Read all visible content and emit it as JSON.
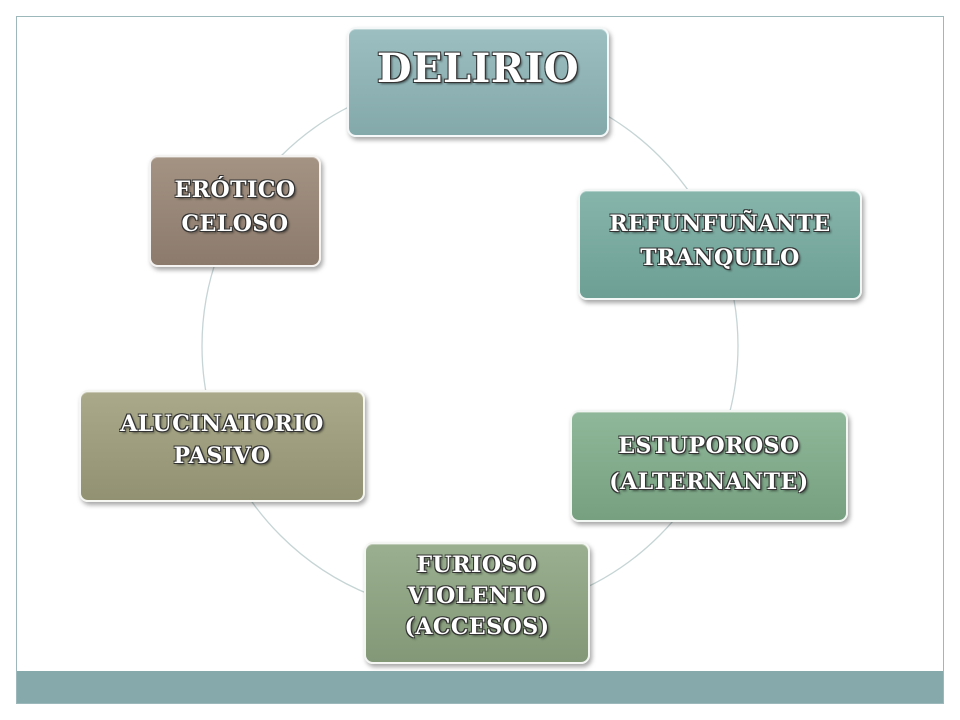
{
  "colors": {
    "background": "#ffffff",
    "frame_border": "#9db8bb",
    "footer_band": "#86a9ab",
    "cycle_line": "#c6d4d4"
  },
  "diagram": {
    "center_node": {
      "lines": [
        "DELIRIO"
      ],
      "color": "#8fb3b5"
    },
    "nodes": [
      {
        "id": "refunfunante",
        "lines": [
          "REFUNFUÑANTE",
          "TRANQUILO"
        ],
        "color": "#79aaa0"
      },
      {
        "id": "estuporoso",
        "lines": [
          "ESTUPOROSO",
          "(ALTERNANTE)"
        ],
        "color": "#82ab8c"
      },
      {
        "id": "furioso",
        "lines": [
          "FURIOSO",
          "VIOLENTO",
          "(ACCESOS)"
        ],
        "color": "#8ea483"
      },
      {
        "id": "alucinatorio",
        "lines": [
          "ALUCINATORIO",
          "PASIVO"
        ],
        "color": "#9e9e7e"
      },
      {
        "id": "erotico",
        "lines": [
          "ERÓTICO",
          "CELOSO"
        ],
        "color": "#988678"
      }
    ]
  }
}
